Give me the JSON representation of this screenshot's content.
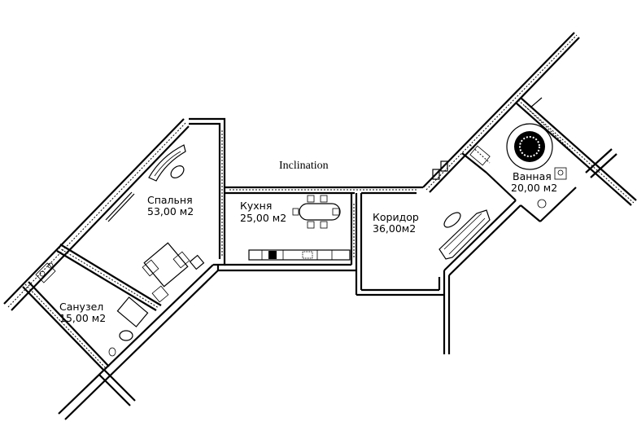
{
  "title": "Inclination",
  "rooms": {
    "bedroom": {
      "name": "Спальня",
      "area": "53,00 м2"
    },
    "kitchen": {
      "name": "Кухня",
      "area": "25,00 м2"
    },
    "corridor": {
      "name": "Коридор",
      "area": "36,00м2"
    },
    "bathroom": {
      "name": "Ванная",
      "area": "20,00 м2"
    },
    "wc": {
      "name": "Санузел",
      "area": "15,00 м2"
    }
  }
}
